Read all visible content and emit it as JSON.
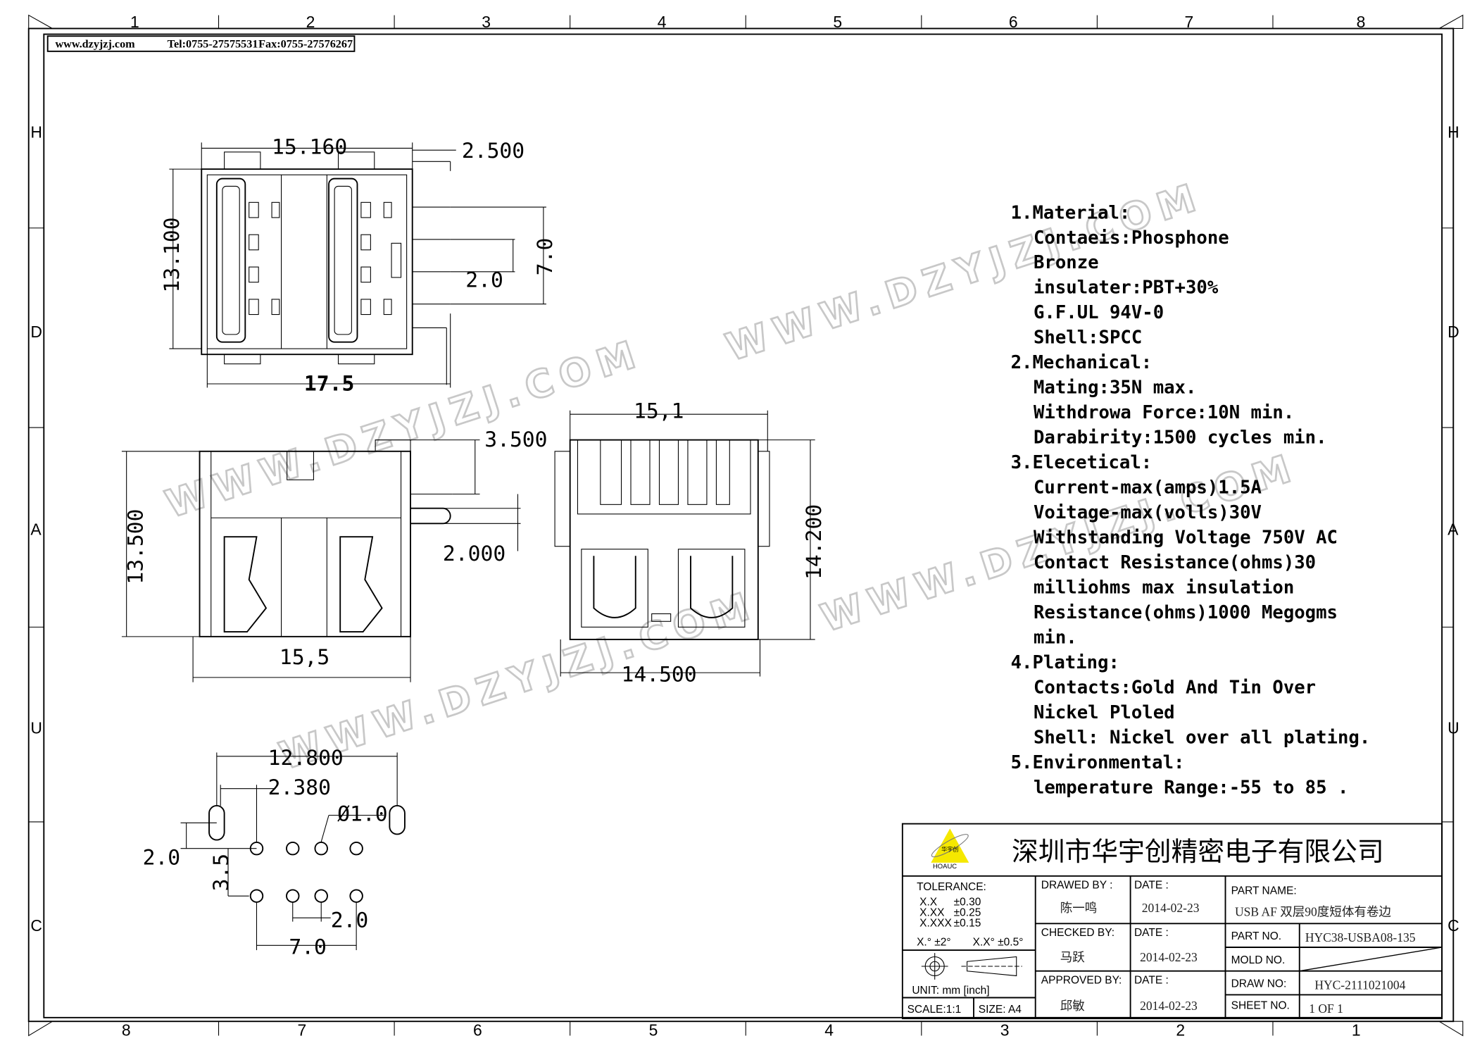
{
  "header": {
    "website": "www.dzyjzj.com",
    "tel": "Tel:0755-27575531",
    "fax": "Fax:0755-27576267"
  },
  "border": {
    "top_columns": [
      "1",
      "2",
      "3",
      "4",
      "5",
      "6",
      "7",
      "8"
    ],
    "bottom_columns": [
      "8",
      "7",
      "6",
      "5",
      "4",
      "3",
      "2",
      "1"
    ],
    "rows": [
      "H",
      "D",
      "A",
      "U",
      "C"
    ]
  },
  "watermark": "WWW.DZYJZJ.COM",
  "dimensions": {
    "top_view": {
      "width_top": "15.160",
      "pin_offset": "2.500",
      "height": "13.100",
      "pitch_outer": "7.0",
      "pitch_inner": "2.0",
      "width_bottom": "17.5"
    },
    "side_view": {
      "tab": "3.500",
      "height": "13.500",
      "pin": "2.000",
      "width": "15,5"
    },
    "front_view": {
      "width_top": "15,1",
      "height": "14.200",
      "width_bottom": "14.500"
    },
    "pcb_layout": {
      "span": "12.800",
      "offset": "2.380",
      "hole_dia": "Ø1.0",
      "slot": "2.0",
      "row_gap": "3.5",
      "pitch": "2.0",
      "pin_span": "7.0"
    }
  },
  "specs": [
    {
      "text": "1.Material:",
      "indent": false
    },
    {
      "text": "Contaeis:Phosphone",
      "indent": true
    },
    {
      "text": "Bronze",
      "indent": true
    },
    {
      "text": "insulater:PBT+30%",
      "indent": true
    },
    {
      "text": "G.F.UL   94V-0",
      "indent": true
    },
    {
      "text": "Shell:SPCC",
      "indent": true
    },
    {
      "text": "2.Mechanical:",
      "indent": false
    },
    {
      "text": "Mating:35N max.",
      "indent": true
    },
    {
      "text": "Withdrowa Force:10N min.",
      "indent": true
    },
    {
      "text": "Darabirity:1500 cycles min.",
      "indent": true
    },
    {
      "text": "3.Elecetical:",
      "indent": false
    },
    {
      "text": "Current-max(amps)1.5A",
      "indent": true
    },
    {
      "text": "Voitage-max(volls)30V",
      "indent": true
    },
    {
      "text": "Withstanding Voltage 750V AC",
      "indent": true
    },
    {
      "text": "Contact Resistance(ohms)30",
      "indent": true
    },
    {
      "text": "milliohms max insulation",
      "indent": true
    },
    {
      "text": "Resistance(ohms)1000 Megogms",
      "indent": true
    },
    {
      "text": "min.",
      "indent": true
    },
    {
      "text": "4.Plating:",
      "indent": false
    },
    {
      "text": "Contacts:Gold And Tin Over",
      "indent": true
    },
    {
      "text": "Nickel Ploled",
      "indent": true
    },
    {
      "text": "Shell: Nickel over all plating.",
      "indent": true
    },
    {
      "text": "5.Environmental:",
      "indent": false
    },
    {
      "text": "lemperature Range:-55 to 85  .",
      "indent": true
    }
  ],
  "title_block": {
    "logo_text": "华宇创",
    "logo_brand": "HOAUC",
    "company": "深圳市华宇创精密电子有限公司",
    "tolerance_label": "TOLERANCE:",
    "tolerances": [
      [
        "X.X",
        "±0.30"
      ],
      [
        "X.XX",
        "±0.25"
      ],
      [
        "X.XXX",
        "±0.15"
      ]
    ],
    "angle_tol": [
      "X.° ±2°",
      "X.X° ±0.5°"
    ],
    "unit": "UNIT:  mm  [inch]",
    "scale": "SCALE:1:1",
    "size": "SIZE:  A4",
    "drawn_label": "DRAWED  BY :",
    "drawn_by": "陈一鸣",
    "checked_label": "CHECKED  BY:",
    "checked_by": "马跃",
    "approved_label": "APPROVED  BY:",
    "approved_by": "邱敏",
    "date_label": "DATE  :",
    "drawn_date": "2014-02-23",
    "checked_date": "2014-02-23",
    "approved_date": "2014-02-23",
    "part_name_label": "PART  NAME:",
    "part_name": "USB  AF  双层90度短体有卷边",
    "part_no_label": "PART  NO.",
    "part_no": "HYC38-USBA08-135",
    "mold_no_label": "MOLD  NO.",
    "draw_no_label": "DRAW  NO:",
    "draw_no": "HYC-2111021004",
    "sheet_no_label": "SHEET  NO.",
    "sheet_no": "1  OF  1"
  }
}
